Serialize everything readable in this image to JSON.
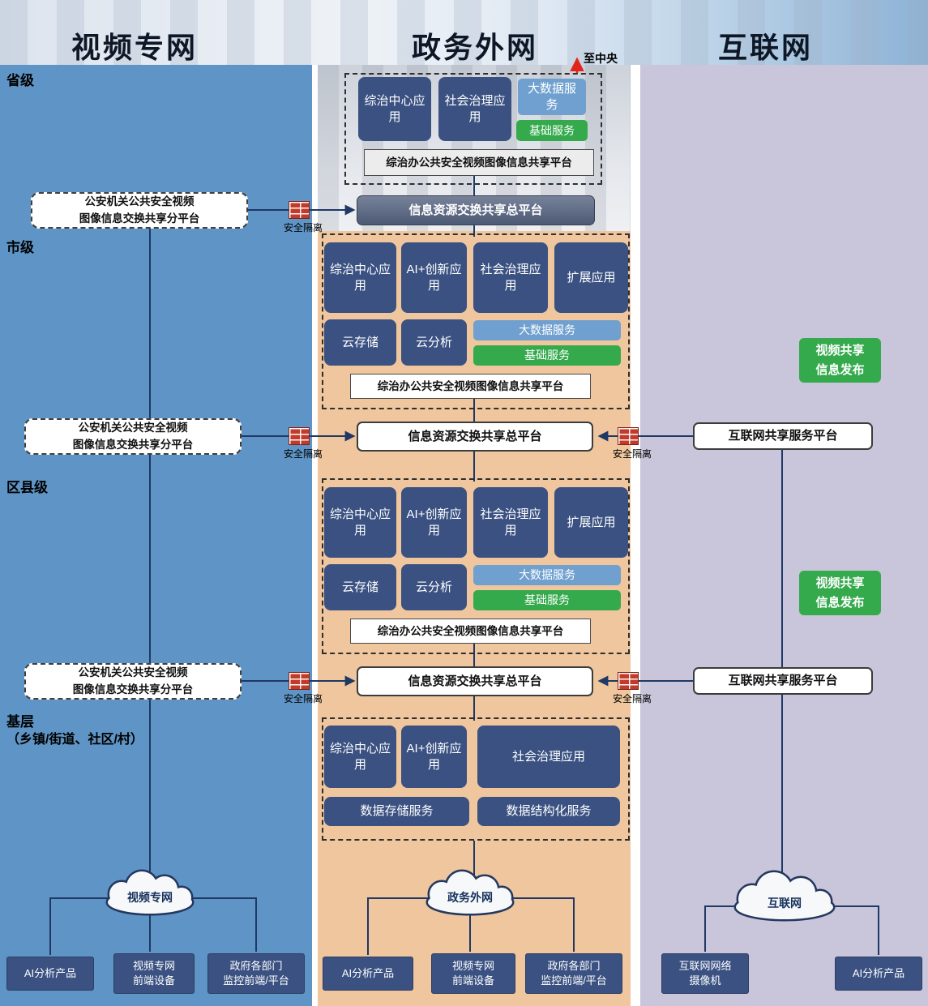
{
  "headers": {
    "video_network": "视频专网",
    "gov_extranet": "政务外网",
    "internet": "互联网"
  },
  "annotations": {
    "to_central": "至中央",
    "security_isolation": "安全隔离"
  },
  "level_labels": {
    "provincial": "省级",
    "city": "市级",
    "district": "区县级",
    "grassroots": "基层",
    "grassroots_sub": "（乡镇/街道、社区/村）"
  },
  "labels": {
    "zongzhi_platform": "综治办公共安全视频图像信息共享平台",
    "exchange_platform": "信息资源交换共享总平台",
    "police_platform_line1": "公安机关公共安全视频",
    "police_platform_line2": "图像信息交换共享分平台",
    "internet_share_platform": "互联网共享服务平台",
    "video_share_line1": "视频共享",
    "video_share_line2": "信息发布"
  },
  "sections": {
    "provincial": {
      "apps": [
        "综治中心应用",
        "社会治理应用"
      ],
      "big_data_service": "大数据服务",
      "basic_service": "基础服务"
    },
    "city": {
      "apps": [
        "综治中心应用",
        "AI+创新应用",
        "社会治理应用",
        "扩展应用"
      ],
      "cloud_services": [
        "云存储",
        "云分析"
      ],
      "big_data_service": "大数据服务",
      "basic_service": "基础服务"
    },
    "district": {
      "apps": [
        "综治中心应用",
        "AI+创新应用",
        "社会治理应用",
        "扩展应用"
      ],
      "cloud_services": [
        "云存储",
        "云分析"
      ],
      "big_data_service": "大数据服务",
      "basic_service": "基础服务"
    },
    "grassroots": {
      "apps": [
        "综治中心应用",
        "AI+创新应用",
        "社会治理应用"
      ],
      "data_services": [
        "数据存储服务",
        "数据结构化服务"
      ]
    }
  },
  "clouds": {
    "video_network": "视频专网",
    "gov_extranet": "政务外网",
    "internet": "互联网"
  },
  "devices": {
    "ai_product": "AI分析产品",
    "video_front_line1": "视频专网",
    "video_front_line2": "前端设备",
    "gov_monitor_line1": "政府各部门",
    "gov_monitor_line2": "监控前端/平台",
    "internet_camera_line1": "互联网网络",
    "internet_camera_line2": "摄像机"
  },
  "colors": {
    "video_column": "#5f95c6",
    "gov_column": "#efc69d",
    "internet_column": "#c9c5da",
    "app_box": "#3a5182",
    "big_data_box": "#6fa0cf",
    "green_box": "#35aa4c",
    "connector_line": "#1f3864",
    "firewall": "#c23b2a",
    "to_central_arrow": "#e1251b"
  }
}
